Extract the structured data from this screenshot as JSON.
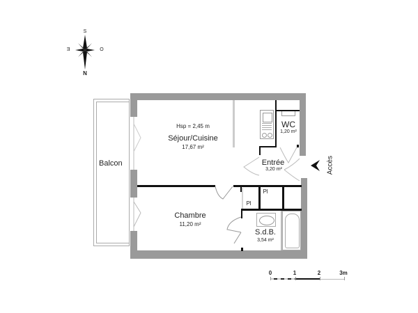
{
  "compass": {
    "north": "N",
    "south": "S",
    "east": "E",
    "west": "O"
  },
  "plan": {
    "ceiling_height": "Hsp = 2,45 m",
    "rooms": [
      {
        "id": "sejour",
        "name": "Séjour/Cuisine",
        "area": "17,67 m²"
      },
      {
        "id": "wc",
        "name": "WC",
        "area": "1,20 m²"
      },
      {
        "id": "entree",
        "name": "Entrée",
        "area": "3,20 m²"
      },
      {
        "id": "chambre",
        "name": "Chambre",
        "area": "11,20 m²"
      },
      {
        "id": "sdb",
        "name": "S.d.B.",
        "area": "3,54 m²"
      },
      {
        "id": "balcon",
        "name": "Balcon",
        "area": ""
      }
    ],
    "closets": [
      "Pl",
      "Pl"
    ],
    "access_label": "Accès"
  },
  "scale_bar": {
    "ticks": [
      "0",
      "1",
      "2",
      "3m"
    ]
  },
  "colors": {
    "exterior_wall": "#9a9a9a",
    "interior_wall": "#111111",
    "fixture_line": "#999999"
  }
}
